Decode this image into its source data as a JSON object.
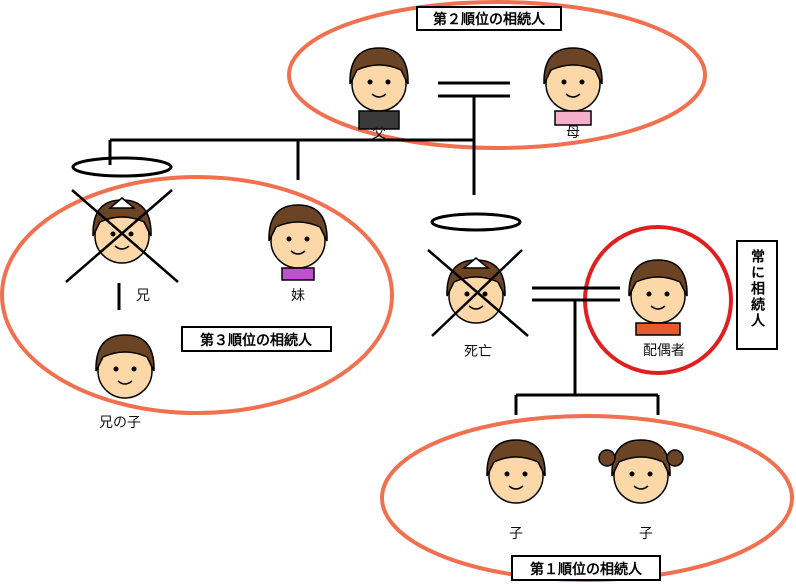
{
  "labels": {
    "father": "父",
    "mother": "母",
    "brother": "兄",
    "sister": "妹",
    "nephew": "兄の子",
    "deceased": "死亡",
    "spouse": "配偶者",
    "child1": "子",
    "child2": "子"
  },
  "groups": {
    "second": "第２順位の相続人",
    "third": "第３順位の相続人",
    "first": "第１順位の相続人",
    "always": "常に相続人"
  },
  "colors": {
    "ellipse": "#f07050",
    "spouse_circle": "#e02020",
    "hair": "#6b4426",
    "skin": "#fcd7a8",
    "line": "#000000"
  }
}
